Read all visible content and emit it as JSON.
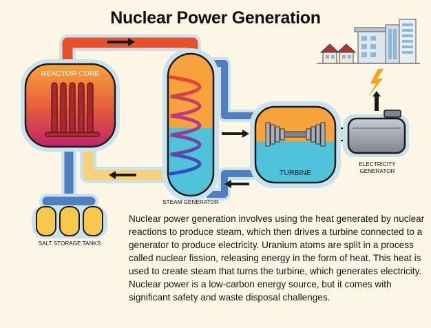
{
  "title": "Nuclear Power Generation",
  "labels": {
    "reactor_core": "REACTOR CORE",
    "steam_generator": "STEAM GENERATOR",
    "turbine": "TURBINE",
    "electricity_generator_line1": "ELECTRICITY",
    "electricity_generator_line2": "GENERATOR",
    "salt_storage": "SALT STORAGE TANKS"
  },
  "description": "Nuclear power generation involves using the heat generated by nuclear reactions to produce steam, which then drives a turbine connected to a generator to produce electricity. Uranium atoms are split in a process called nuclear fission, releasing energy in the form of heat. This heat is used to create steam that turns the turbine, which generates electricity. Nuclear power is a low-carbon energy source, but it comes with significant safety and waste disposal challenges.",
  "colors": {
    "background": "#fbf6e6",
    "hot_pipe": "#e8502a",
    "cold_pipe": "#f7d27a",
    "steam_pipe": "#4f7fc0",
    "water": "#4fc3d9",
    "steam": "#f7a23c",
    "reactor_top": "#f8a43a",
    "reactor_bottom": "#c0246a",
    "outline": "#1a1a1a",
    "tank": "#f6c84b",
    "lightning": "#f6a21b",
    "generator_body": "#9aa0a8"
  },
  "icons": [
    "flow-arrow-icon",
    "lightning-bolt-icon",
    "up-arrow-icon",
    "house-icon",
    "building-icon",
    "coil-icon",
    "turbine-blades-icon"
  ]
}
